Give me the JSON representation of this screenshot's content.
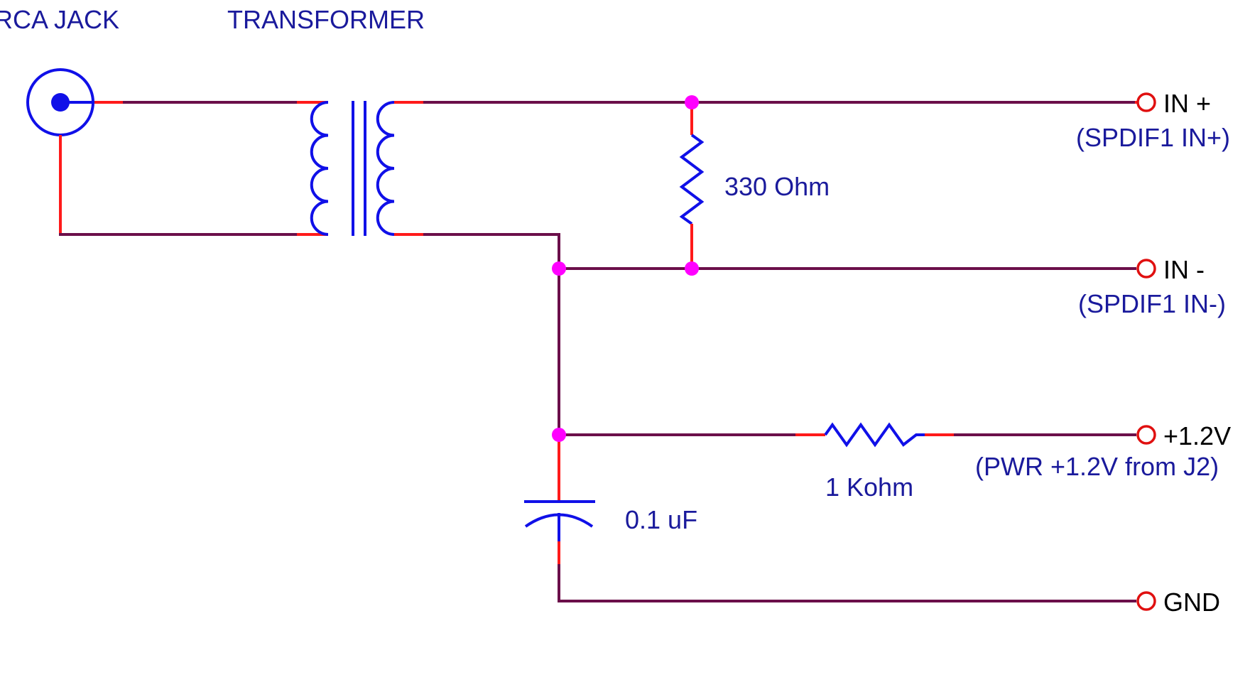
{
  "labels": {
    "rca_jack": "RCA JACK",
    "transformer": "TRANSFORMER",
    "r330": "330 Ohm",
    "r1k": "1 Kohm",
    "cap": "0.1 uF"
  },
  "terminals": {
    "in_plus": {
      "name": "IN +",
      "note": "(SPDIF1 IN+)"
    },
    "in_minus": {
      "name": "IN -",
      "note": "(SPDIF1 IN-)"
    },
    "vplus": {
      "name": "+1.2V",
      "note": "(PWR +1.2V from J2)"
    },
    "gnd": {
      "name": "GND"
    }
  },
  "colors": {
    "wire": "#6b0f4a",
    "lead": "#ff1a1a",
    "component": "#1010e8",
    "junction": "#ff00ff",
    "label_blue": "#1a1a9c",
    "label_dark": "#000000"
  }
}
